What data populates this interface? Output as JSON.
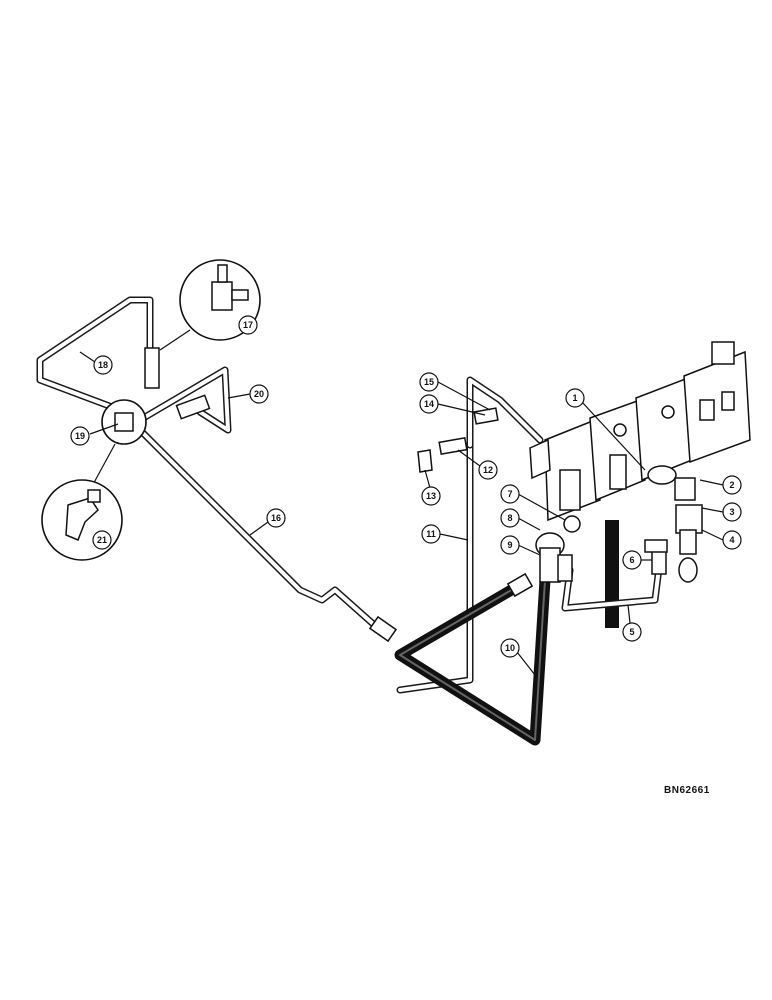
{
  "callouts": [
    "1",
    "2",
    "3",
    "4",
    "5",
    "6",
    "7",
    "8",
    "9",
    "10",
    "11",
    "12",
    "13",
    "14",
    "15",
    "16",
    "17",
    "18",
    "19",
    "20",
    "21"
  ],
  "reference": "BN62661"
}
